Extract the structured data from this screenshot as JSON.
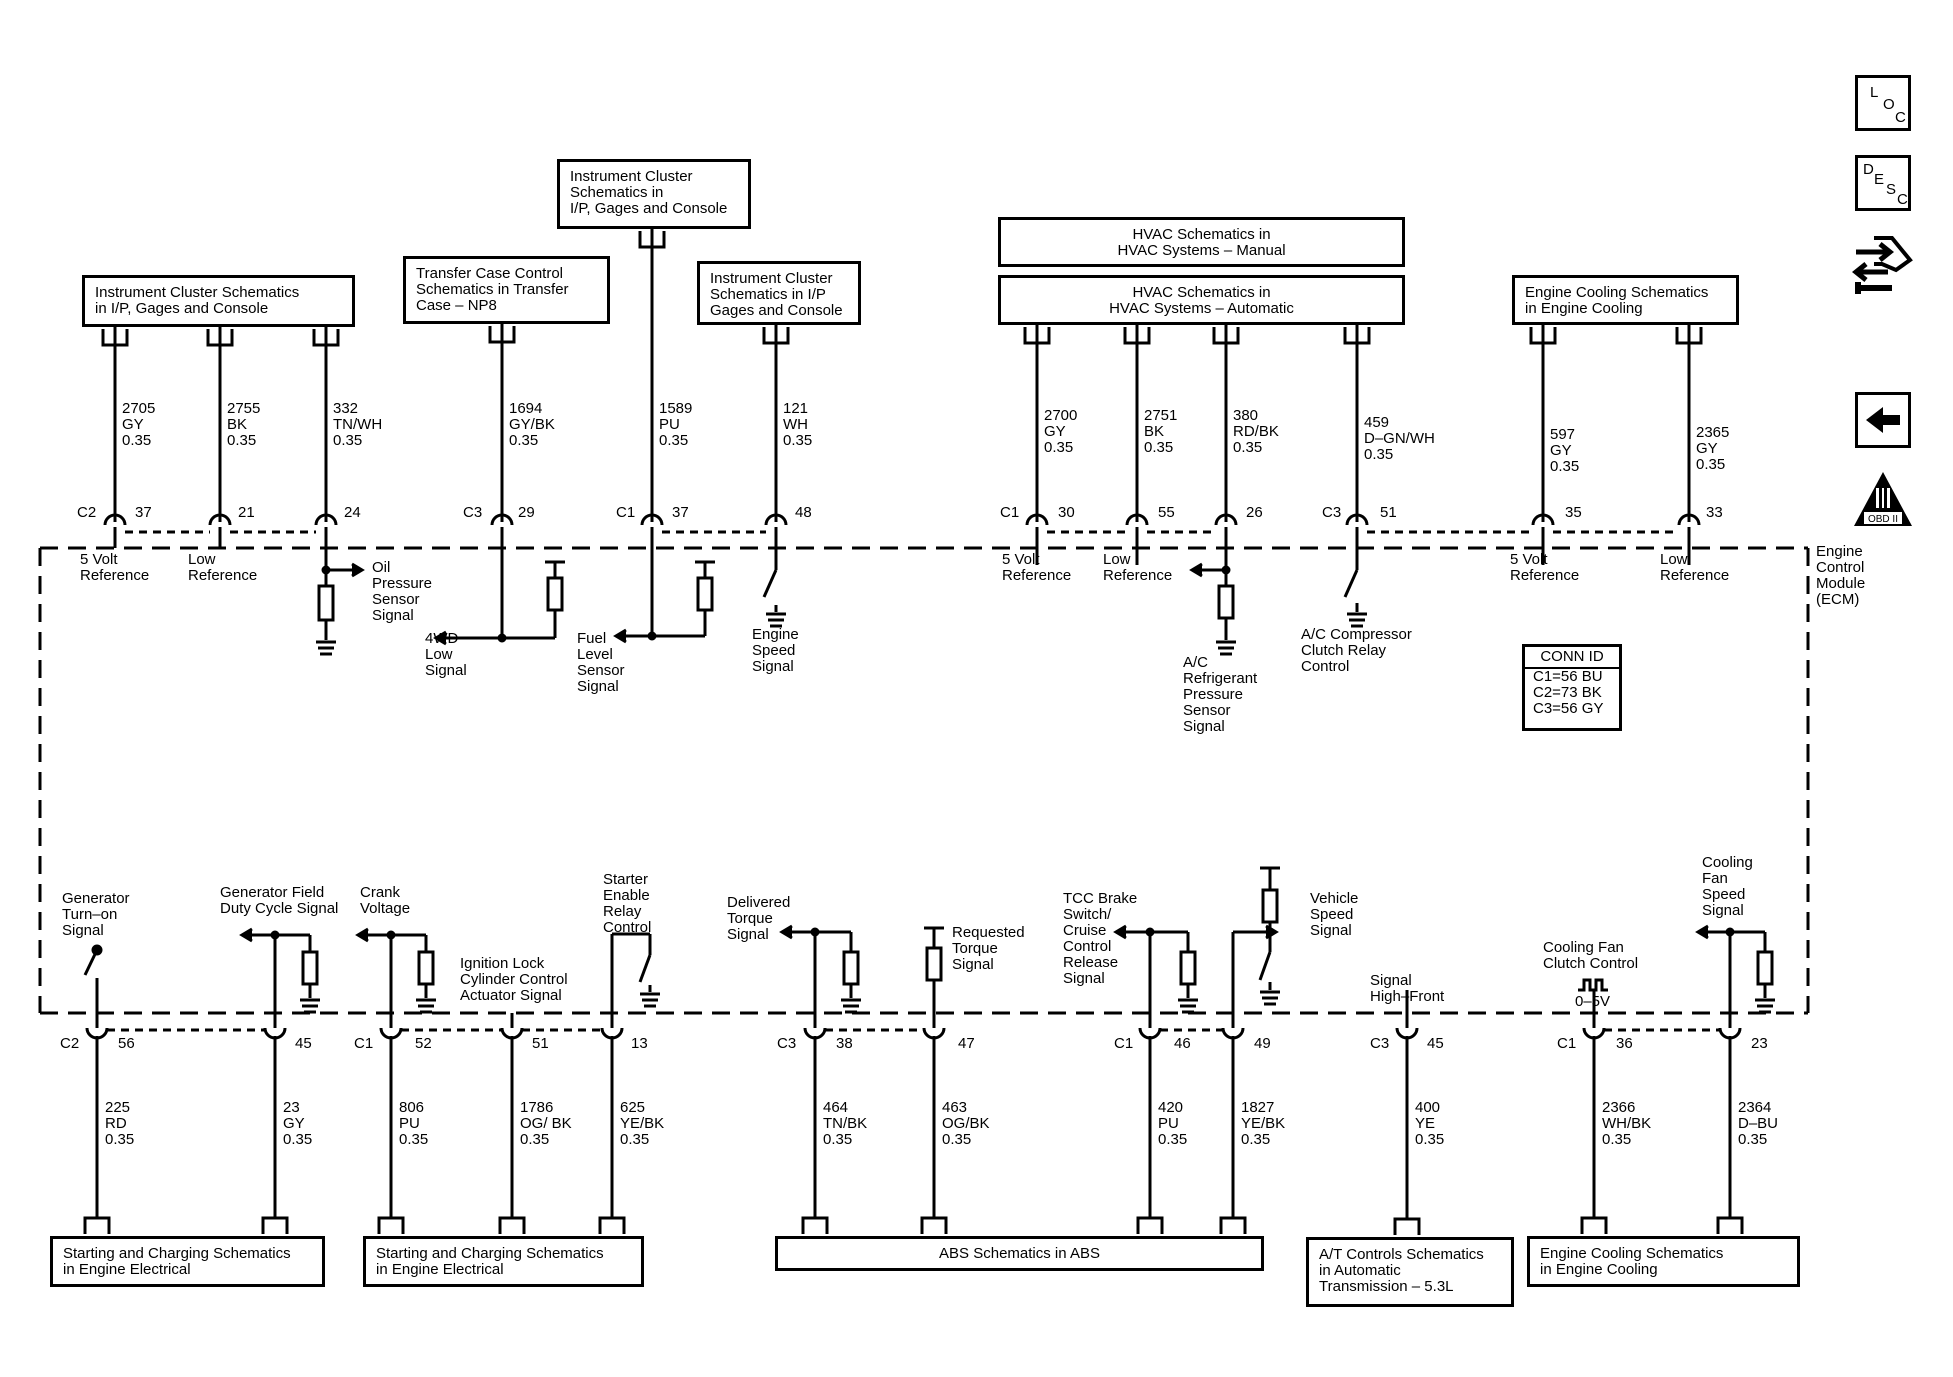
{
  "nav": {
    "loc": [
      "L",
      "O",
      "C"
    ],
    "desc": [
      "D",
      "E",
      "S",
      "C"
    ],
    "obd_label": "OBD II",
    "obd_roman": "II"
  },
  "module_label": "Engine\nControl\nModule\n(ECM)",
  "conn_id": {
    "title": "CONN ID",
    "rows": [
      "C1=56 BU",
      "C2=73 BK",
      "C3=56 GY"
    ]
  },
  "top_boxes": [
    {
      "id": "ic1",
      "text": "Instrument Cluster Schematics\nin I/P, Gages and Console"
    },
    {
      "id": "tc",
      "text": "Transfer Case Control\nSchematics in Transfer\nCase – NP8"
    },
    {
      "id": "ic2",
      "text": "Instrument Cluster\nSchematics in\nI/P, Gages and Console"
    },
    {
      "id": "ic3",
      "text": "Instrument Cluster\nSchematics in I/P\nGages and Console"
    },
    {
      "id": "hvm",
      "text": "HVAC Schematics in\nHVAC Systems – Manual"
    },
    {
      "id": "hva",
      "text": "HVAC Schematics in\nHVAC Systems – Automatic"
    },
    {
      "id": "ec1",
      "text": "Engine Cooling Schematics\nin Engine Cooling"
    }
  ],
  "bottom_boxes": [
    {
      "id": "sc1",
      "text": "Starting and Charging Schematics\nin Engine Electrical"
    },
    {
      "id": "sc2",
      "text": "Starting and Charging Schematics\nin Engine Electrical"
    },
    {
      "id": "abs",
      "text": "ABS Schematics in ABS"
    },
    {
      "id": "at",
      "text": "A/T Controls Schematics\nin Automatic\nTransmission – 5.3L"
    },
    {
      "id": "ec2",
      "text": "Engine Cooling Schematics\nin Engine Cooling"
    }
  ],
  "connectors": {
    "top": [
      "C2",
      "C3",
      "C1",
      "C1",
      "C3"
    ],
    "bottom": [
      "C2",
      "C1",
      "C3",
      "C1",
      "C3",
      "C1"
    ]
  },
  "top_wires": [
    {
      "circuit": "2705",
      "color": "GY",
      "gauge": "0.35",
      "pin": "37",
      "signal": "5 Volt\nReference"
    },
    {
      "circuit": "2755",
      "color": "BK",
      "gauge": "0.35",
      "pin": "21",
      "signal": "Low\nReference"
    },
    {
      "circuit": "332",
      "color": "TN/WH",
      "gauge": "0.35",
      "pin": "24",
      "signal": "Oil\nPressure\nSensor\nSignal"
    },
    {
      "circuit": "1694",
      "color": "GY/BK",
      "gauge": "0.35",
      "pin": "29",
      "signal": "4WD\nLow\nSignal"
    },
    {
      "circuit": "1589",
      "color": "PU",
      "gauge": "0.35",
      "pin": "37",
      "signal": "Fuel\nLevel\nSensor\nSignal"
    },
    {
      "circuit": "121",
      "color": "WH",
      "gauge": "0.35",
      "pin": "48",
      "signal": "Engine\nSpeed\nSignal"
    },
    {
      "circuit": "2700",
      "color": "GY",
      "gauge": "0.35",
      "pin": "30",
      "signal": "5 Volt\nReference"
    },
    {
      "circuit": "2751",
      "color": "BK",
      "gauge": "0.35",
      "pin": "55",
      "signal": "Low\nReference"
    },
    {
      "circuit": "380",
      "color": "RD/BK",
      "gauge": "0.35",
      "pin": "26",
      "signal": "A/C\nRefrigerant\nPressure\nSensor\nSignal"
    },
    {
      "circuit": "459",
      "color": "D–GN/WH",
      "gauge": "0.35",
      "pin": "51",
      "signal": "A/C Compressor\nClutch Relay\nControl"
    },
    {
      "circuit": "597",
      "color": "GY",
      "gauge": "0.35",
      "pin": "35",
      "signal": "5 Volt\nReference"
    },
    {
      "circuit": "2365",
      "color": "GY",
      "gauge": "0.35",
      "pin": "33",
      "signal": "Low\nReference"
    }
  ],
  "bottom_wires": [
    {
      "circuit": "225",
      "color": "RD",
      "gauge": "0.35",
      "pin": "56",
      "signal": "Generator\nTurn–on\nSignal"
    },
    {
      "circuit": "23",
      "color": "GY",
      "gauge": "0.35",
      "pin": "45",
      "signal": "Generator Field\nDuty Cycle Signal"
    },
    {
      "circuit": "806",
      "color": "PU",
      "gauge": "0.35",
      "pin": "52",
      "signal": "Crank\nVoltage"
    },
    {
      "circuit": "1786",
      "color": "OG/ BK",
      "gauge": "0.35",
      "pin": "51",
      "signal": "Ignition Lock\nCylinder Control\nActuator Signal"
    },
    {
      "circuit": "625",
      "color": "YE/BK",
      "gauge": "0.35",
      "pin": "13",
      "signal": "Starter\nEnable\nRelay\nControl"
    },
    {
      "circuit": "464",
      "color": "TN/BK",
      "gauge": "0.35",
      "pin": "38",
      "signal": "Delivered\nTorque\nSignal"
    },
    {
      "circuit": "463",
      "color": "OG/BK",
      "gauge": "0.35",
      "pin": "47",
      "signal": "Requested\nTorque\nSignal"
    },
    {
      "circuit": "420",
      "color": "PU",
      "gauge": "0.35",
      "pin": "46",
      "signal": "TCC Brake\nSwitch/\nCruise\nControl\nRelease\nSignal"
    },
    {
      "circuit": "1827",
      "color": "YE/BK",
      "gauge": "0.35",
      "pin": "49",
      "signal": "Vehicle\nSpeed\nSignal"
    },
    {
      "circuit": "400",
      "color": "YE",
      "gauge": "0.35",
      "pin": "45",
      "signal": "Signal\nHigh–Front"
    },
    {
      "circuit": "2366",
      "color": "WH/BK",
      "gauge": "0.35",
      "pin": "36",
      "signal": "Cooling Fan\nClutch Control"
    },
    {
      "circuit": "2364",
      "color": "D–BU",
      "gauge": "0.35",
      "pin": "23",
      "signal": "Cooling\nFan\nSpeed\nSignal"
    }
  ],
  "pwm_label": "0–5V"
}
